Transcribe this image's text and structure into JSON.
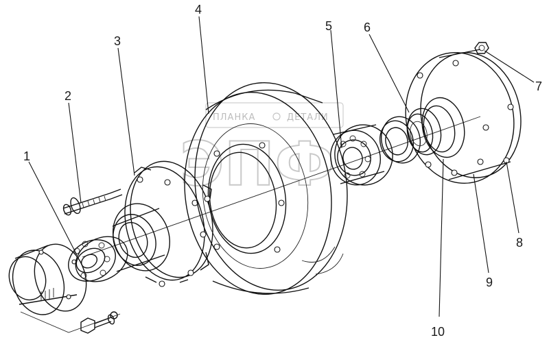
{
  "figure": {
    "callouts": [
      {
        "id": "c1",
        "label": "1"
      },
      {
        "id": "c2",
        "label": "2"
      },
      {
        "id": "c3",
        "label": "3"
      },
      {
        "id": "c4",
        "label": "4"
      },
      {
        "id": "c5",
        "label": "5"
      },
      {
        "id": "c6",
        "label": "6"
      },
      {
        "id": "c7",
        "label": "7"
      },
      {
        "id": "c8",
        "label": "8"
      },
      {
        "id": "c9",
        "label": "9"
      },
      {
        "id": "c10",
        "label": "10"
      }
    ]
  },
  "watermark": {
    "text_left": "ПЛАНКА",
    "text_right": "ДЕТАЛИ",
    "logo": "ЭПФ"
  }
}
